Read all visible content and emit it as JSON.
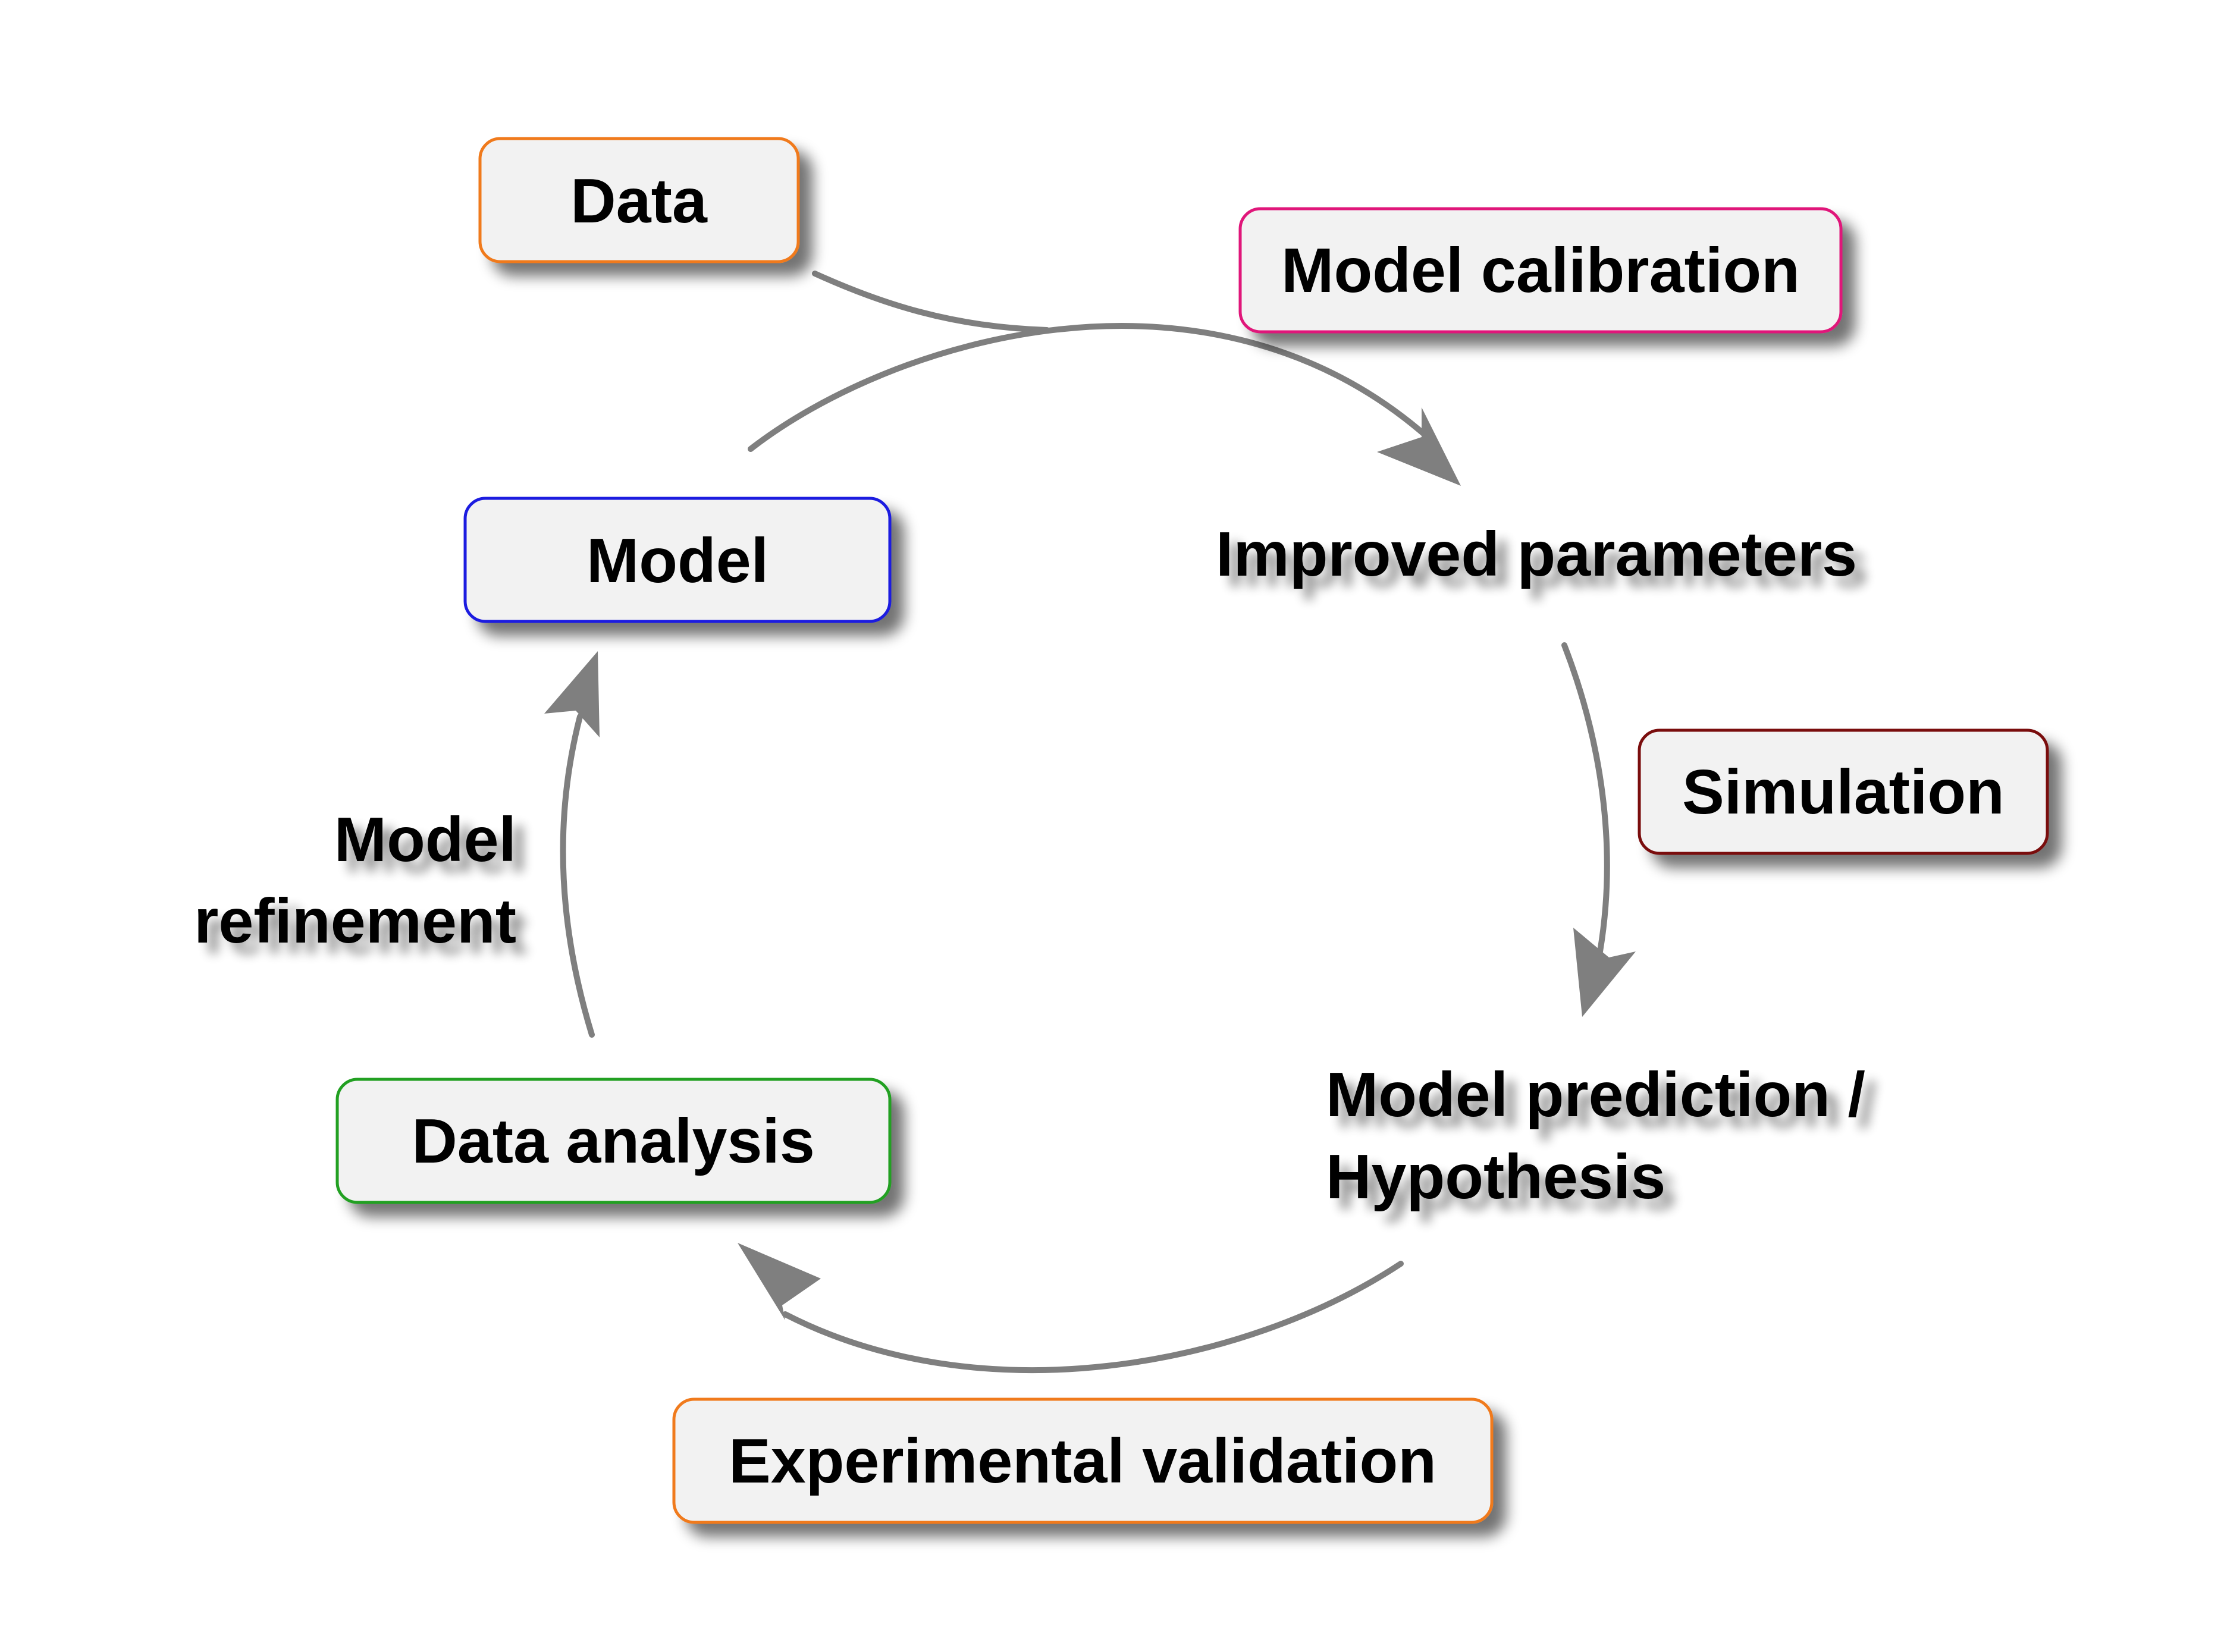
{
  "colors": {
    "background": "#ffffff",
    "box_fill": "#f2f2f2",
    "arrow": "#7f7f7f",
    "text": "#000000",
    "border_orange": "#f07a1a",
    "border_pink": "#e0197a",
    "border_blue": "#1a1ae0",
    "border_darkred": "#7a1010",
    "border_green": "#22a022"
  },
  "boxes": {
    "data": "Data",
    "model_calibration": "Model calibration",
    "model": "Model",
    "simulation": "Simulation",
    "data_analysis": "Data analysis",
    "experimental_validation": "Experimental validation"
  },
  "labels": {
    "improved_parameters": "Improved parameters",
    "model_refinement_line1": "Model",
    "model_refinement_line2": "refinement",
    "model_prediction_line1": "Model prediction /",
    "model_prediction_line2": "Hypothesis"
  }
}
